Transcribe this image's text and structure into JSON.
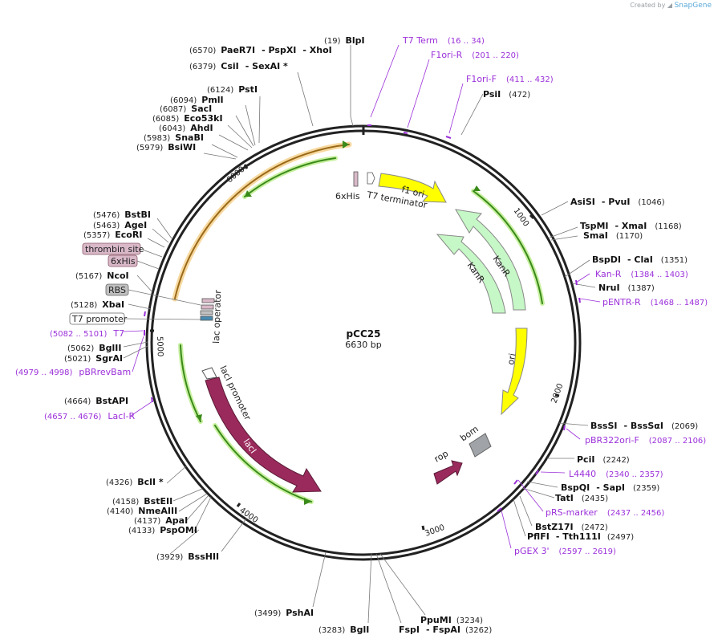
{
  "app": {
    "created_by": "Created by",
    "brand": "SnapGene"
  },
  "plasmid": {
    "name": "pCC25",
    "size_label": "6630 bp",
    "length": 6630
  },
  "ticks": [
    {
      "label": "1000",
      "pos": 1000
    },
    {
      "label": "2000",
      "pos": 2000
    },
    {
      "label": "3000",
      "pos": 3000
    },
    {
      "label": "4000",
      "pos": 4000
    },
    {
      "label": "5000",
      "pos": 5000
    },
    {
      "label": "6000",
      "pos": 6000
    }
  ],
  "features": [
    {
      "label": "f1 ori",
      "color": "#ffff00"
    },
    {
      "label": "ori",
      "color": "#ffff00"
    },
    {
      "label": "KanR",
      "color": "#c6f7c6"
    },
    {
      "label": "KanR",
      "color": "#c6f7c6"
    },
    {
      "label": "lacI",
      "color": "#9b2a5c"
    },
    {
      "label": "rop",
      "color": "#9b2a5c"
    },
    {
      "label": "bom",
      "color": "#a0a4a8"
    },
    {
      "label": "lacI promoter",
      "color": "#ffffff"
    },
    {
      "label": "lac operator",
      "color": "#ffffff"
    },
    {
      "label": "T7 terminator",
      "color": "#ffffff"
    },
    {
      "label": "6xHis",
      "color": "#d9b8c8"
    }
  ],
  "boxed_features": [
    {
      "label": "thrombin site",
      "color": "#d9b8c8"
    },
    {
      "label": "6xHis",
      "color": "#d9b8c8"
    },
    {
      "label": "RBS",
      "color": "#c0c0c0"
    },
    {
      "label": "T7 promoter",
      "color": "#ffffff"
    }
  ],
  "sites": [
    {
      "pos": "(19)",
      "name": "BlpI"
    },
    {
      "pos": "(6570)",
      "name": "PaeR7I",
      "extra": "- PspXI",
      "extra2": "- XhoI"
    },
    {
      "pos": "(6379)",
      "name": "CsiI",
      "extra": "- SexAI *"
    },
    {
      "pos": "(6124)",
      "name": "PstI"
    },
    {
      "pos": "(6094)",
      "name": "PmlI"
    },
    {
      "pos": "(6087)",
      "name": "SacI"
    },
    {
      "pos": "(6085)",
      "name": "Eco53kI"
    },
    {
      "pos": "(6043)",
      "name": "AhdI"
    },
    {
      "pos": "(5983)",
      "name": "SnaBI"
    },
    {
      "pos": "(5979)",
      "name": "BsiWI"
    },
    {
      "pos": "(5476)",
      "name": "BstBI"
    },
    {
      "pos": "(5463)",
      "name": "AgeI"
    },
    {
      "pos": "(5357)",
      "name": "EcoRI"
    },
    {
      "pos": "(5167)",
      "name": "NcoI"
    },
    {
      "pos": "(5128)",
      "name": "XbaI"
    },
    {
      "pos": "(5062)",
      "name": "BglII"
    },
    {
      "pos": "(5021)",
      "name": "SgrAI"
    },
    {
      "pos": "(4664)",
      "name": "BstAPI"
    },
    {
      "pos": "(4326)",
      "name": "BclI *"
    },
    {
      "pos": "(4158)",
      "name": "BstEII"
    },
    {
      "pos": "(4140)",
      "name": "NmeAIII"
    },
    {
      "pos": "(4137)",
      "name": "ApaI"
    },
    {
      "pos": "(4133)",
      "name": "PspOMI"
    },
    {
      "pos": "(3929)",
      "name": "BssHII"
    },
    {
      "pos": "(3499)",
      "name": "PshAI"
    },
    {
      "pos": "(3283)",
      "name": "BglI"
    },
    {
      "pos": "(3234)",
      "name": "PpuMI"
    },
    {
      "pos": "(3262)",
      "name": "FspI",
      "extra": "- FspAI"
    },
    {
      "pos": "(472)",
      "name": "PsiI"
    },
    {
      "pos": "(1046)",
      "name": "AsiSI",
      "extra": "- PvuI"
    },
    {
      "pos": "(1168)",
      "name": "TspMI",
      "extra": "- XmaI"
    },
    {
      "pos": "(1170)",
      "name": "SmaI"
    },
    {
      "pos": "(1351)",
      "name": "BspDI",
      "extra": "- ClaI"
    },
    {
      "pos": "(1387)",
      "name": "NruI"
    },
    {
      "pos": "(2069)",
      "name": "BssSI",
      "extra": "- BssSαI"
    },
    {
      "pos": "(2242)",
      "name": "PciI"
    },
    {
      "pos": "(2359)",
      "name": "BspQI",
      "extra": "- SapI"
    },
    {
      "pos": "(2435)",
      "name": "TatI"
    },
    {
      "pos": "(2472)",
      "name": "BstZ17I"
    },
    {
      "pos": "(2497)",
      "name": "PflFI",
      "extra": "- Tth111I"
    }
  ],
  "primers": [
    {
      "name": "T7 Term",
      "range": "(16 .. 34)"
    },
    {
      "name": "F1ori-R",
      "range": "(201 .. 220)"
    },
    {
      "name": "F1ori-F",
      "range": "(411 .. 432)"
    },
    {
      "name": "Kan-R",
      "range": "(1384 .. 1403)"
    },
    {
      "name": "pENTR-R",
      "range": "(1468 .. 1487)"
    },
    {
      "name": "pBR322ori-F",
      "range": "(2087 .. 2106)"
    },
    {
      "name": "L4440",
      "range": "(2340 .. 2357)"
    },
    {
      "name": "pRS-marker",
      "range": "(2437 .. 2456)"
    },
    {
      "name": "pGEX 3'",
      "range": "(2597 .. 2619)"
    },
    {
      "name": "T7",
      "range": "(5082 .. 5101)"
    },
    {
      "name": "pBRrevBam",
      "range": "(4979 .. 4998)"
    },
    {
      "name": "LacI-R",
      "range": "(4657 .. 4676)"
    }
  ],
  "colors": {
    "primer": "#9b30d9",
    "backbone": "#222222",
    "line": "#777777"
  }
}
